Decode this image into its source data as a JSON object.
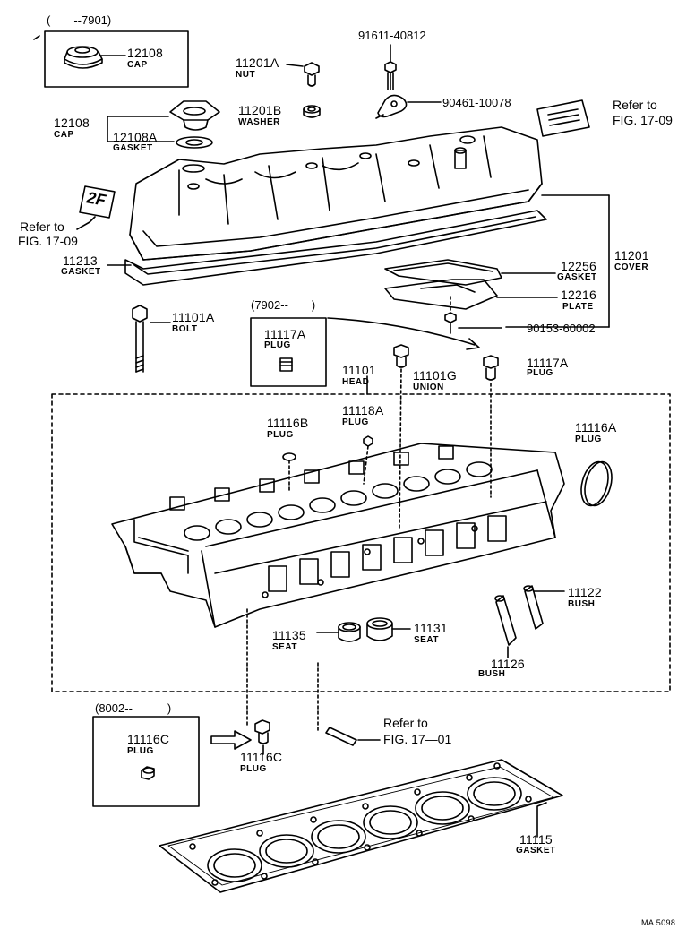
{
  "parts": {
    "p12108_top": {
      "no": "12108",
      "name": "CAP"
    },
    "p11201A": {
      "no": "11201A",
      "name": "NUT"
    },
    "p91611": {
      "no": "91611-40812"
    },
    "p90461": {
      "no": "90461-10078"
    },
    "p11201B": {
      "no": "11201B",
      "name": "WASHER"
    },
    "p12108": {
      "no": "12108",
      "name": "CAP"
    },
    "p12108A": {
      "no": "12108A",
      "name": "GASKET"
    },
    "p11213": {
      "no": "11213",
      "name": "GASKET"
    },
    "p11201": {
      "no": "11201",
      "name": "COVER"
    },
    "p12256": {
      "no": "12256",
      "name": "GASKET"
    },
    "p12216": {
      "no": "12216",
      "name": "PLATE"
    },
    "p90153": {
      "no": "90153-60002"
    },
    "p11101A": {
      "no": "11101A",
      "name": "BOLT"
    },
    "p11117A_box": {
      "no": "11117A",
      "name": "PLUG"
    },
    "p11101": {
      "no": "11101",
      "name": "HEAD"
    },
    "p11101G": {
      "no": "11101G",
      "name": "UNION"
    },
    "p11117A": {
      "no": "11117A",
      "name": "PLUG"
    },
    "p11116B": {
      "no": "11116B",
      "name": "PLUG"
    },
    "p11118A": {
      "no": "11118A",
      "name": "PLUG"
    },
    "p11116A": {
      "no": "11116A",
      "name": "PLUG"
    },
    "p11122": {
      "no": "11122",
      "name": "BUSH"
    },
    "p11126": {
      "no": "11126",
      "name": "BUSH"
    },
    "p11135": {
      "no": "11135",
      "name": "SEAT"
    },
    "p11131": {
      "no": "11131",
      "name": "SEAT"
    },
    "p11116C_box": {
      "no": "11116C",
      "name": "PLUG"
    },
    "p11116C": {
      "no": "11116C",
      "name": "PLUG"
    },
    "p11115": {
      "no": "11115",
      "name": "GASKET"
    }
  },
  "date_ranges": {
    "cap_box": "(　　--7901)",
    "plug_box": "(7902--　　)",
    "plug_c_box": "(8002--　　　)"
  },
  "refs": {
    "ref_top_right_1": "Refer to",
    "ref_top_right_2": "FIG. 17-09",
    "ref_left_1": "Refer to",
    "ref_left_2": "FIG. 17-09",
    "ref_bottom_1": "Refer to",
    "ref_bottom_2": "FIG. 17—01"
  },
  "badge_text": "2F",
  "footer": "MA 5098"
}
